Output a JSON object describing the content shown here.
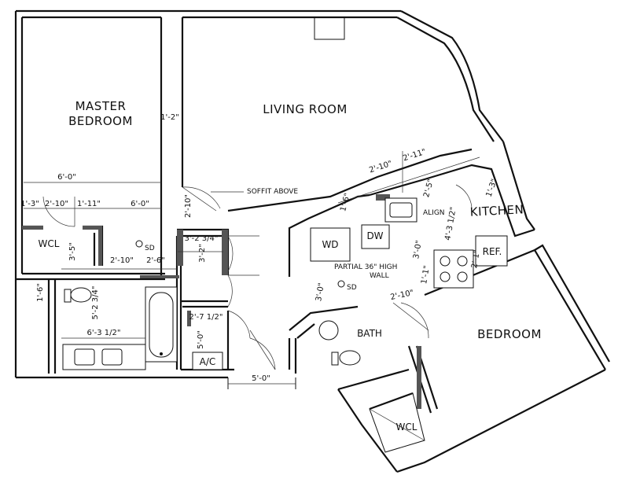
{
  "rooms": {
    "master_bedroom_line1": "MASTER",
    "master_bedroom_line2": "BEDROOM",
    "living_room": "LIVING ROOM",
    "kitchen": "KITCHEN",
    "bedroom": "BEDROOM",
    "bath": "BATH",
    "wcl_master": "WCL",
    "wcl_bedroom": "WCL",
    "wd": "WD",
    "dw": "DW",
    "ref": "REF.",
    "ac": "A/C"
  },
  "notes": {
    "soffit": "SOFFIT ABOVE",
    "partial_wall_line1": "PARTIAL 36\" HIGH",
    "partial_wall_line2": "WALL",
    "align": "ALIGN",
    "sd1": "SD",
    "sd2": "SD"
  },
  "dimensions": {
    "d_1_2": "1'-2\"",
    "d_6_0_top": "6'-0\"",
    "d_1_3_left": "1'-3\"",
    "d_2_10_a": "2'-10\"",
    "d_1_11": "1'-11\"",
    "d_6_0_mid": "6'-0\"",
    "d_2_10_vert": "2'-10\"",
    "d_3_5": "3'-5\"",
    "d_2_10_b": "2'-10\"",
    "d_2_6": "2'-6\"",
    "d_3_2_3_4": "3'-2 3/4\"",
    "d_3_2_vert": "3'-2\"",
    "d_1_6_left": "1'-6\"",
    "d_5_2_3_4": "5'-2 3/4\"",
    "d_6_3_1_2": "6'-3 1/2\"",
    "d_2_7_1_2": "2'-7 1/2\"",
    "d_5_0_vert": "5'-0\"",
    "d_5_0_horiz": "5'-0\"",
    "d_1_6_kitchen": "1'-6\"",
    "d_2_10_kitchen": "2'-10\"",
    "d_2_11": "2'-11\"",
    "d_2_5": "2'-5\"",
    "d_1_3_kitchen": "1'-3\"",
    "d_4_3_1_2": "4'-3 1/2\"",
    "d_3_0_a": "3'-0\"",
    "d_3_0_b": "3'-0\"",
    "d_2_1": "2'-1\"",
    "d_1_1": "1'-1\"",
    "d_2_10_bath": "2'-10\""
  }
}
